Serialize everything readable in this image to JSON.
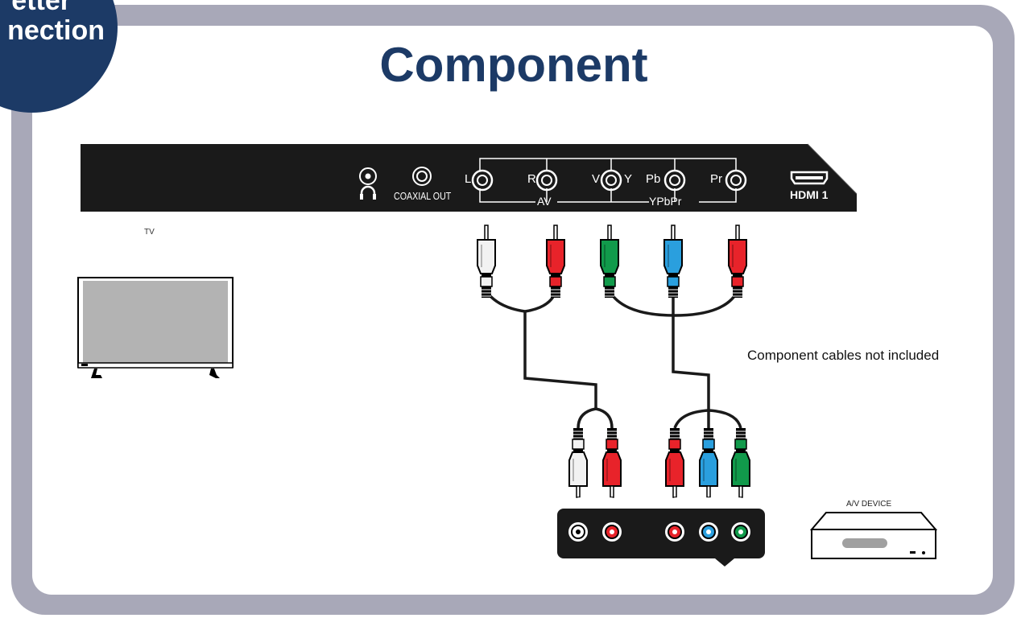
{
  "badge": {
    "line1": "etter",
    "line2": "nection"
  },
  "title": "Component",
  "tv_panel": {
    "ports": {
      "coaxial_out": "COAXIAL OUT",
      "L": "L",
      "R": "R",
      "V": "V",
      "Y": "Y",
      "Pb": "Pb",
      "Pr": "Pr",
      "AV": "AV",
      "YPbPr": "YPbPr",
      "HDMI": "HDMI 1"
    }
  },
  "labels": {
    "tv": "TV",
    "cable_note": "Component cables not included",
    "device": "A/V DEVICE"
  },
  "colors": {
    "frame": "#a8a8b8",
    "navy": "#1c3a66",
    "panel": "#1a1a1a",
    "white_plug": "#f2f2f2",
    "red_plug": "#e8232a",
    "green_plug": "#119a4b",
    "blue_plug": "#2a9fde"
  },
  "icons": [
    "headphone-icon",
    "hdmi-port-icon",
    "rca-jack-icon"
  ]
}
